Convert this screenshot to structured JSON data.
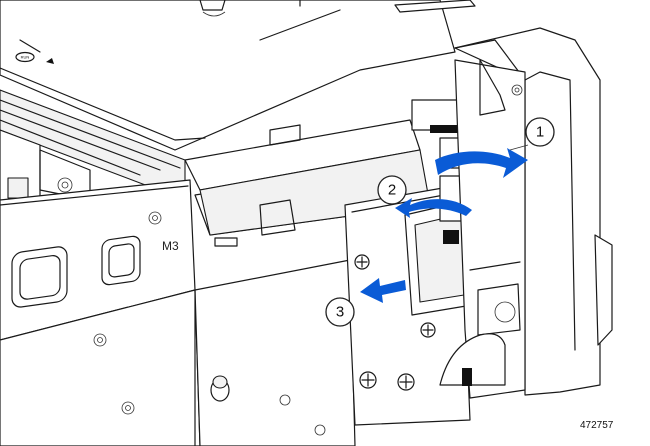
{
  "callouts": [
    {
      "label": "1"
    },
    {
      "label": "2"
    },
    {
      "label": "3"
    }
  ],
  "chassis": {
    "panel_marking": "M3",
    "small_label": "RUN"
  },
  "figure_id": "472757",
  "colors": {
    "arrow": "#0a5bd6",
    "line": "#1a1a1a"
  },
  "icons": [
    "rotate-arrow",
    "pull-arrow",
    "screw",
    "callout"
  ]
}
